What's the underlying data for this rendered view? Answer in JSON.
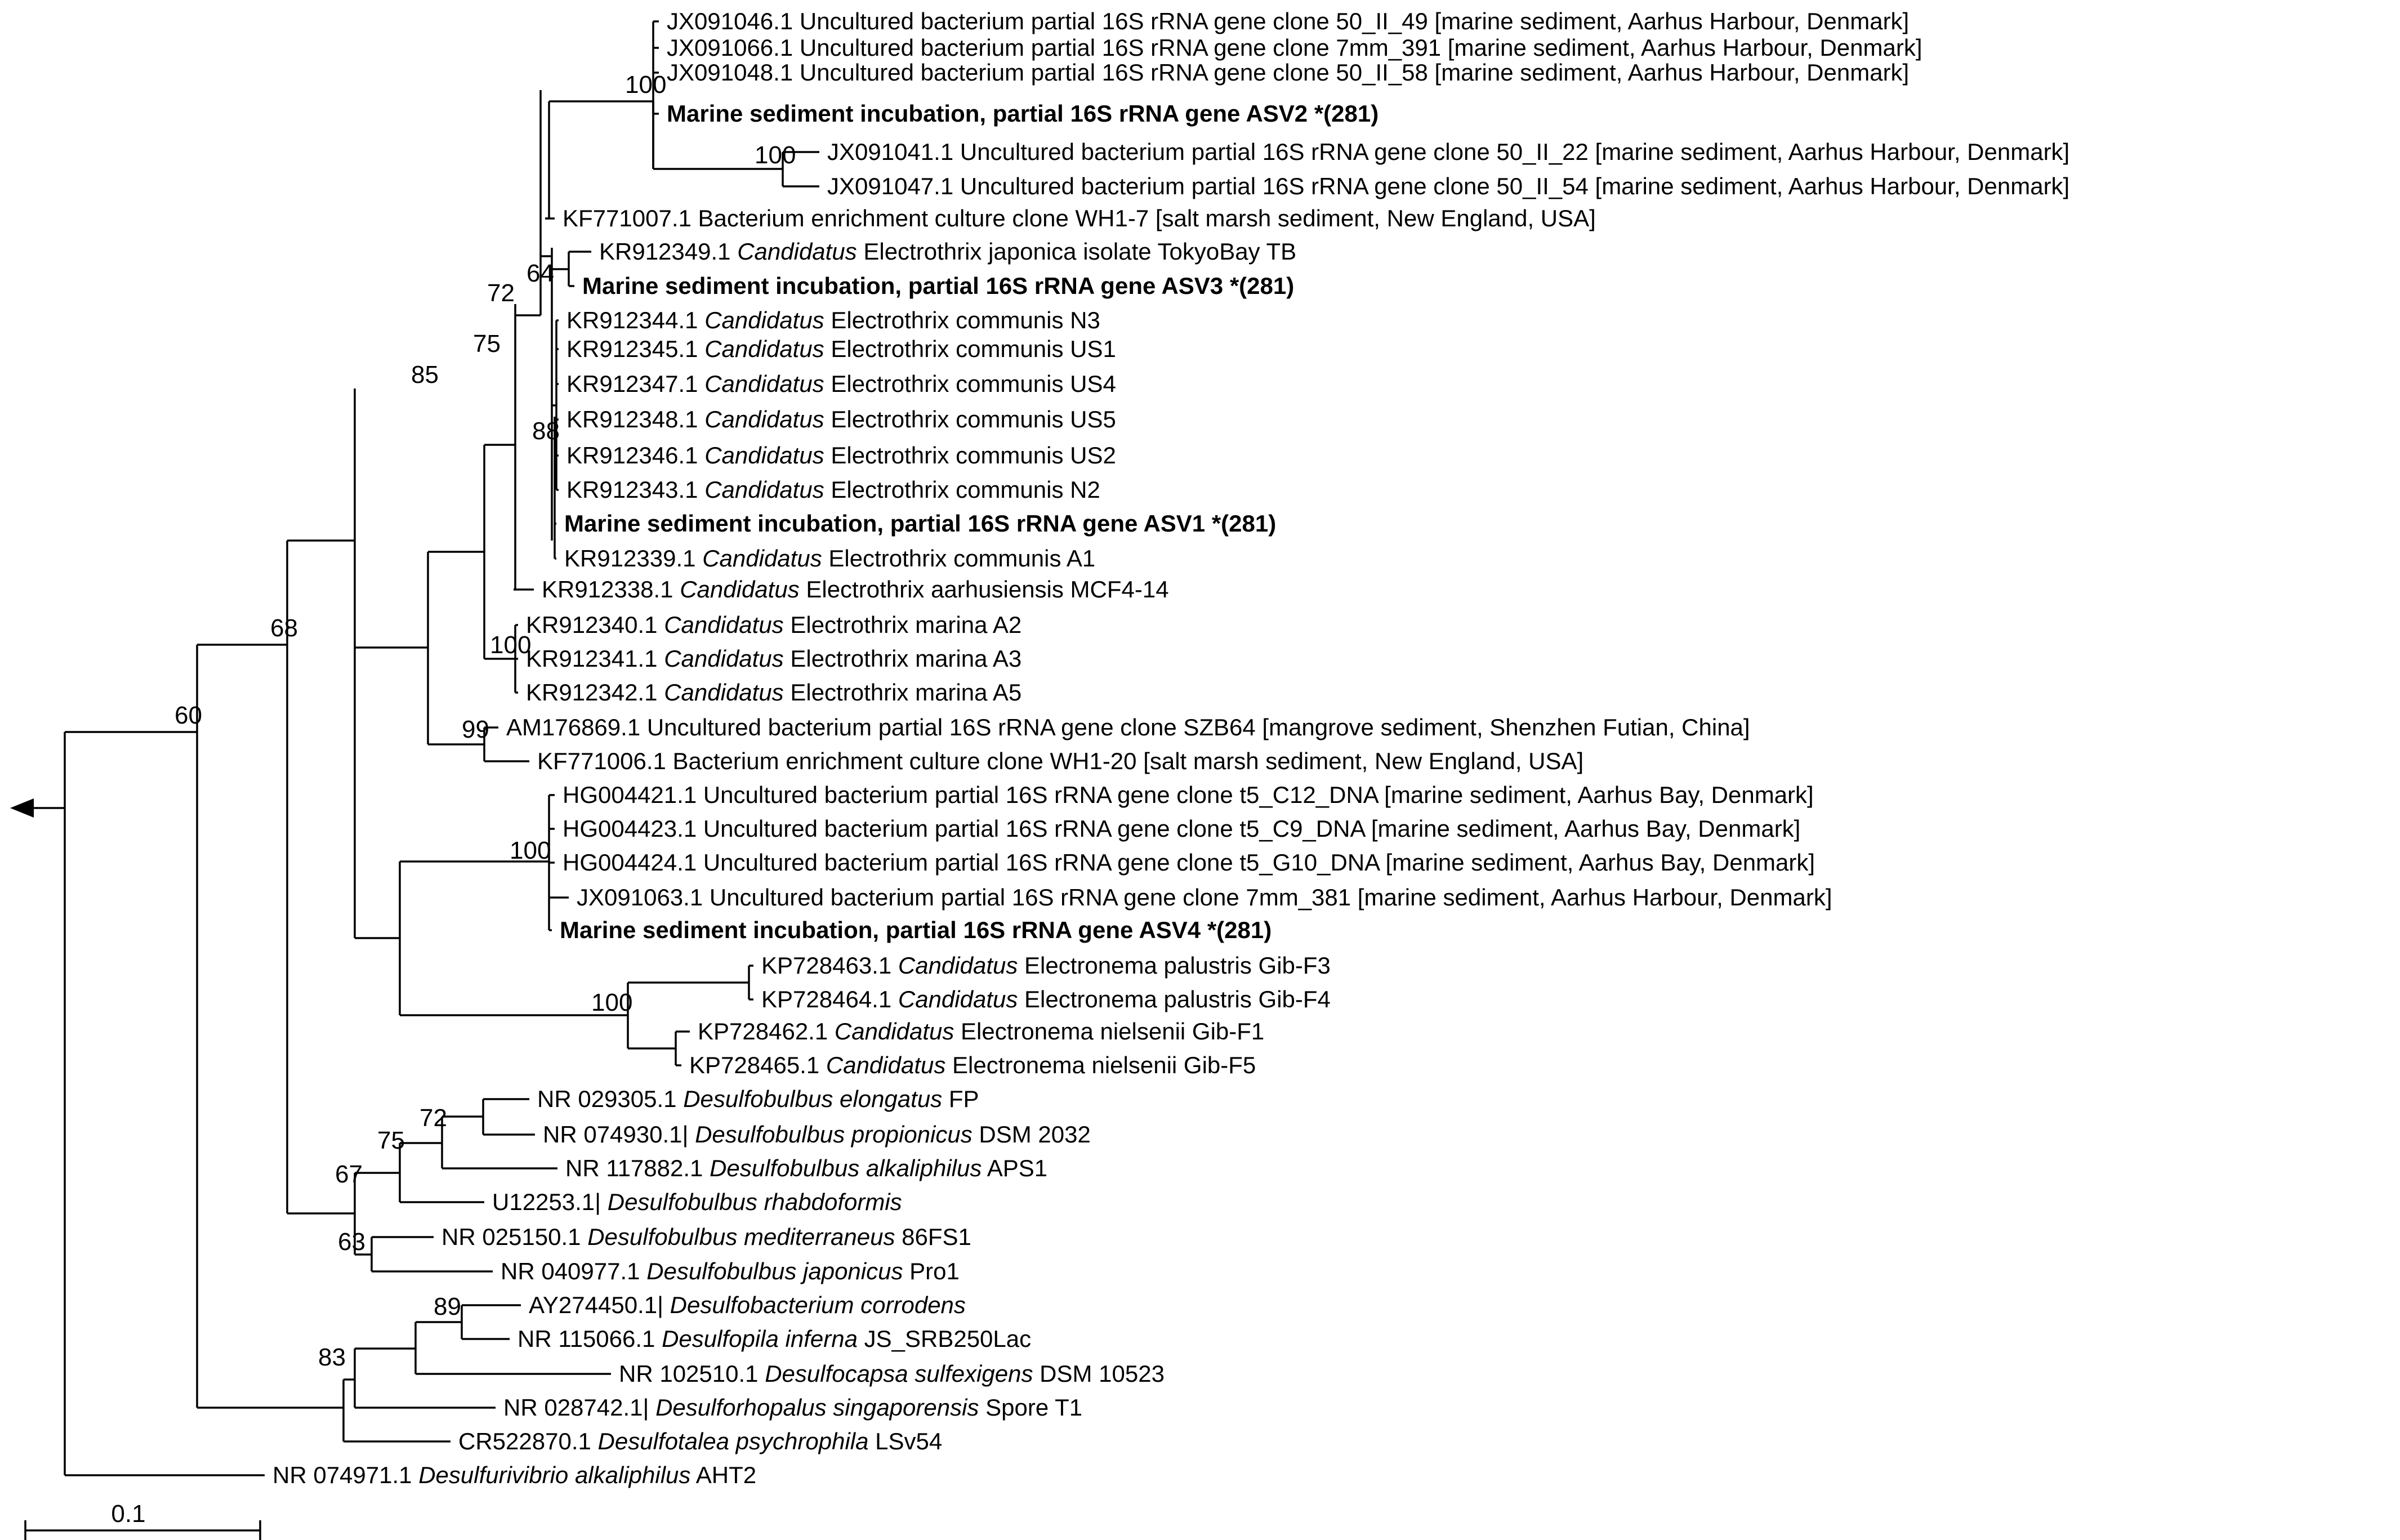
{
  "scale_bar": {
    "label": "0.1"
  },
  "tips": {
    "jx091046": [
      {
        "t": "JX091046.1 Uncultured bacterium partial 16S rRNA gene clone 50_II_49 [marine sediment, Aarhus Harbour, Denmark]",
        "i": false
      }
    ],
    "jx091066": [
      {
        "t": "JX091066.1 Uncultured bacterium partial 16S rRNA gene clone 7mm_391 [marine sediment, Aarhus Harbour, Denmark]",
        "i": false
      }
    ],
    "jx091048": [
      {
        "t": "JX091048.1 Uncultured bacterium partial 16S rRNA gene clone 50_II_58 [marine sediment, Aarhus Harbour, Denmark]",
        "i": false
      }
    ],
    "asv2": [
      {
        "t": "Marine sediment incubation, partial 16S rRNA gene ASV2 *(281)",
        "i": false
      }
    ],
    "jx091041": [
      {
        "t": "JX091041.1 Uncultured bacterium partial 16S rRNA gene clone 50_II_22 [marine sediment, Aarhus Harbour, Denmark]",
        "i": false
      }
    ],
    "jx091047": [
      {
        "t": "JX091047.1 Uncultured bacterium partial 16S rRNA gene clone 50_II_54 [marine sediment, Aarhus Harbour, Denmark]",
        "i": false
      }
    ],
    "kf771007": [
      {
        "t": "KF771007.1 Bacterium enrichment culture clone WH1-7 [salt marsh sediment, New England, USA]",
        "i": false
      }
    ],
    "kr912349": [
      {
        "t": "KR912349.1 ",
        "i": false
      },
      {
        "t": "Candidatus",
        "i": true
      },
      {
        "t": " Electrothrix japonica isolate TokyoBay TB",
        "i": false
      }
    ],
    "asv3": [
      {
        "t": "Marine sediment incubation, partial 16S rRNA gene ASV3 *(281)",
        "i": false
      }
    ],
    "kr912344": [
      {
        "t": "KR912344.1 ",
        "i": false
      },
      {
        "t": "Candidatus",
        "i": true
      },
      {
        "t": " Electrothrix communis N3",
        "i": false
      }
    ],
    "kr912345": [
      {
        "t": "KR912345.1 ",
        "i": false
      },
      {
        "t": "Candidatus",
        "i": true
      },
      {
        "t": " Electrothrix communis US1",
        "i": false
      }
    ],
    "kr912347": [
      {
        "t": "KR912347.1 ",
        "i": false
      },
      {
        "t": "Candidatus",
        "i": true
      },
      {
        "t": " Electrothrix communis US4",
        "i": false
      }
    ],
    "kr912348": [
      {
        "t": "KR912348.1 ",
        "i": false
      },
      {
        "t": "Candidatus",
        "i": true
      },
      {
        "t": " Electrothrix communis US5",
        "i": false
      }
    ],
    "kr912346": [
      {
        "t": "KR912346.1 ",
        "i": false
      },
      {
        "t": "Candidatus",
        "i": true
      },
      {
        "t": " Electrothrix communis US2",
        "i": false
      }
    ],
    "kr912343": [
      {
        "t": "KR912343.1 ",
        "i": false
      },
      {
        "t": "Candidatus",
        "i": true
      },
      {
        "t": " Electrothrix communis N2",
        "i": false
      }
    ],
    "asv1": [
      {
        "t": "Marine sediment incubation, partial 16S rRNA gene ASV1 *(281)",
        "i": false
      }
    ],
    "kr912339": [
      {
        "t": "KR912339.1 ",
        "i": false
      },
      {
        "t": "Candidatus",
        "i": true
      },
      {
        "t": " Electrothrix communis A1",
        "i": false
      }
    ],
    "kr912338": [
      {
        "t": "KR912338.1 ",
        "i": false
      },
      {
        "t": "Candidatus",
        "i": true
      },
      {
        "t": " Electrothrix aarhusiensis MCF4-14",
        "i": false
      }
    ],
    "kr912340": [
      {
        "t": "KR912340.1 ",
        "i": false
      },
      {
        "t": "Candidatus",
        "i": true
      },
      {
        "t": " Electrothrix marina A2",
        "i": false
      }
    ],
    "kr912341": [
      {
        "t": "KR912341.1 ",
        "i": false
      },
      {
        "t": "Candidatus",
        "i": true
      },
      {
        "t": " Electrothrix marina A3",
        "i": false
      }
    ],
    "kr912342": [
      {
        "t": "KR912342.1 ",
        "i": false
      },
      {
        "t": "Candidatus",
        "i": true
      },
      {
        "t": " Electrothrix marina A5",
        "i": false
      }
    ],
    "am176869": [
      {
        "t": "AM176869.1 Uncultured bacterium partial 16S rRNA gene clone SZB64 [mangrove sediment, Shenzhen Futian, China]",
        "i": false
      }
    ],
    "kf771006": [
      {
        "t": "KF771006.1 Bacterium enrichment culture clone WH1-20 [salt marsh sediment, New England, USA]",
        "i": false
      }
    ],
    "hg004421": [
      {
        "t": "HG004421.1 Uncultured bacterium partial 16S rRNA gene clone t5_C12_DNA [marine sediment, Aarhus Bay, Denmark]",
        "i": false
      }
    ],
    "hg004423": [
      {
        "t": "HG004423.1 Uncultured bacterium partial 16S rRNA gene clone t5_C9_DNA [marine sediment, Aarhus Bay, Denmark]",
        "i": false
      }
    ],
    "hg004424": [
      {
        "t": "HG004424.1 Uncultured bacterium partial 16S rRNA gene clone t5_G10_DNA [marine sediment, Aarhus Bay, Denmark]",
        "i": false
      }
    ],
    "jx091063": [
      {
        "t": "JX091063.1 Uncultured bacterium partial 16S rRNA gene clone 7mm_381 [marine sediment, Aarhus Harbour, Denmark]",
        "i": false
      }
    ],
    "asv4": [
      {
        "t": "Marine sediment incubation, partial 16S rRNA gene ASV4 *(281)",
        "i": false
      }
    ],
    "kp728463": [
      {
        "t": "KP728463.1 ",
        "i": false
      },
      {
        "t": "Candidatus",
        "i": true
      },
      {
        "t": " Electronema palustris Gib-F3",
        "i": false
      }
    ],
    "kp728464": [
      {
        "t": "KP728464.1 ",
        "i": false
      },
      {
        "t": "Candidatus",
        "i": true
      },
      {
        "t": " Electronema palustris Gib-F4",
        "i": false
      }
    ],
    "kp728462": [
      {
        "t": "KP728462.1 ",
        "i": false
      },
      {
        "t": "Candidatus",
        "i": true
      },
      {
        "t": " Electronema nielsenii Gib-F1",
        "i": false
      }
    ],
    "kp728465": [
      {
        "t": "KP728465.1 ",
        "i": false
      },
      {
        "t": "Candidatus",
        "i": true
      },
      {
        "t": " Electronema nielsenii Gib-F5",
        "i": false
      }
    ],
    "nr029305": [
      {
        "t": "NR 029305.1 ",
        "i": false
      },
      {
        "t": "Desulfobulbus elongatus",
        "i": true
      },
      {
        "t": " FP",
        "i": false
      }
    ],
    "nr074930": [
      {
        "t": "NR 074930.1| ",
        "i": false
      },
      {
        "t": "Desulfobulbus propionicus",
        "i": true
      },
      {
        "t": " DSM 2032",
        "i": false
      }
    ],
    "nr117882": [
      {
        "t": "NR 117882.1 ",
        "i": false
      },
      {
        "t": "Desulfobulbus alkaliphilus",
        "i": true
      },
      {
        "t": " APS1",
        "i": false
      }
    ],
    "u12253": [
      {
        "t": "U12253.1| ",
        "i": false
      },
      {
        "t": "Desulfobulbus rhabdoformis",
        "i": true
      }
    ],
    "nr025150": [
      {
        "t": "NR 025150.1 ",
        "i": false
      },
      {
        "t": "Desulfobulbus mediterraneus",
        "i": true
      },
      {
        "t": " 86FS1",
        "i": false
      }
    ],
    "nr040977": [
      {
        "t": "NR 040977.1 ",
        "i": false
      },
      {
        "t": "Desulfobulbus japonicus",
        "i": true
      },
      {
        "t": " Pro1",
        "i": false
      }
    ],
    "ay274450": [
      {
        "t": "AY274450.1| ",
        "i": false
      },
      {
        "t": "Desulfobacterium corrodens",
        "i": true
      }
    ],
    "nr115066": [
      {
        "t": "NR 115066.1 ",
        "i": false
      },
      {
        "t": "Desulfopila inferna",
        "i": true
      },
      {
        "t": " JS_SRB250Lac",
        "i": false
      }
    ],
    "nr102510": [
      {
        "t": "NR 102510.1 ",
        "i": false
      },
      {
        "t": "Desulfocapsa sulfexigens",
        "i": true
      },
      {
        "t": " DSM 10523",
        "i": false
      }
    ],
    "nr028742": [
      {
        "t": "NR 028742.1| ",
        "i": false
      },
      {
        "t": "Desulforhopalus singaporensis",
        "i": true
      },
      {
        "t": " Spore T1",
        "i": false
      }
    ],
    "cr522870": [
      {
        "t": "CR522870.1 ",
        "i": false
      },
      {
        "t": "Desulfotalea psychrophila",
        "i": true
      },
      {
        "t": " LSv54",
        "i": false
      }
    ],
    "nr074971": [
      {
        "t": "NR 074971.1 ",
        "i": false
      },
      {
        "t": "Desulfurivibrio alkaliphilus",
        "i": true
      },
      {
        "t": " AHT2",
        "i": false
      }
    ]
  },
  "bootstrap": {
    "b_asv2_clade": "100",
    "b_jx_pair": "100",
    "b_electrothrix_a": "64",
    "b_electrothrix_b": "72",
    "b_electrothrix_c": "75",
    "b_communis": "88",
    "b_marina": "100",
    "b_electrothrix_all": "85",
    "b_am_kf": "99",
    "b_asv4_clade": "100",
    "b_electronema": "100",
    "b_cable": "68",
    "b_desulfobulbus_a": "72",
    "b_desulfobulbus_b": "75",
    "b_desulfobulbus_c": "67",
    "b_desulfobulbus_d": "63",
    "b_desulfobacterium": "89",
    "b_outgroup_a": "83",
    "b_root_ingroup": "60"
  }
}
